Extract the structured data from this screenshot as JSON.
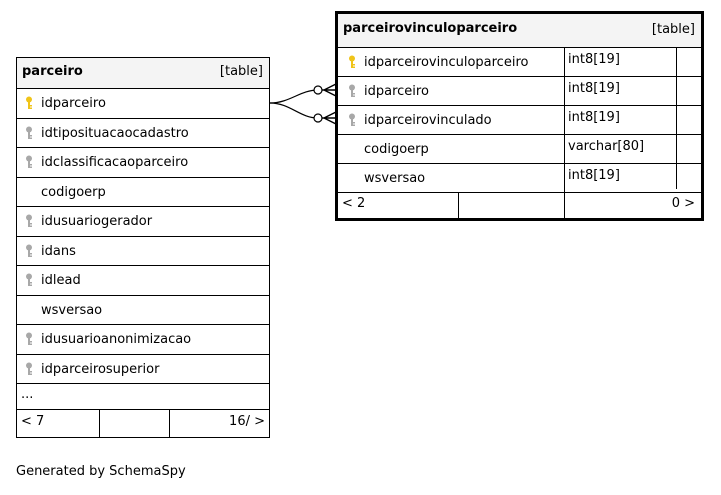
{
  "left_table": {
    "name": "parceiro",
    "type_label": "[table]",
    "columns": [
      {
        "name": "idparceiro",
        "key": "primary"
      },
      {
        "name": "idtiposituacaocadastro",
        "key": "foreign"
      },
      {
        "name": "idclassificacaoparceiro",
        "key": "foreign"
      },
      {
        "name": "codigoerp",
        "key": "none"
      },
      {
        "name": "idusuariogerador",
        "key": "foreign"
      },
      {
        "name": "idans",
        "key": "foreign"
      },
      {
        "name": "idlead",
        "key": "foreign"
      },
      {
        "name": "wsversao",
        "key": "none"
      },
      {
        "name": "idusuarioanonimizacao",
        "key": "foreign"
      },
      {
        "name": "idparceirosuperior",
        "key": "foreign"
      }
    ],
    "ellipsis": "...",
    "footer_left": "< 7",
    "footer_right": "16/ >"
  },
  "right_table": {
    "name": "parceirovinculoparceiro",
    "type_label": "[table]",
    "columns": [
      {
        "name": "idparceirovinculoparceiro",
        "type": "int8[19]",
        "key": "primary"
      },
      {
        "name": "idparceiro",
        "type": "int8[19]",
        "key": "foreign"
      },
      {
        "name": "idparceirovinculado",
        "type": "int8[19]",
        "key": "foreign"
      },
      {
        "name": "codigoerp",
        "type": "varchar[80]",
        "key": "none"
      },
      {
        "name": "wsversao",
        "type": "int8[19]",
        "key": "none"
      }
    ],
    "footer_left": "< 2",
    "footer_right": "0 >"
  },
  "generated_by": "Generated by SchemaSpy",
  "colors": {
    "primary_key": "#f0c419",
    "foreign_key": "#a8a8a8",
    "header_bg": "#f4f4f4",
    "line": "#000000"
  },
  "icons": {
    "primary_key": "key-icon",
    "foreign_key": "key-icon"
  }
}
